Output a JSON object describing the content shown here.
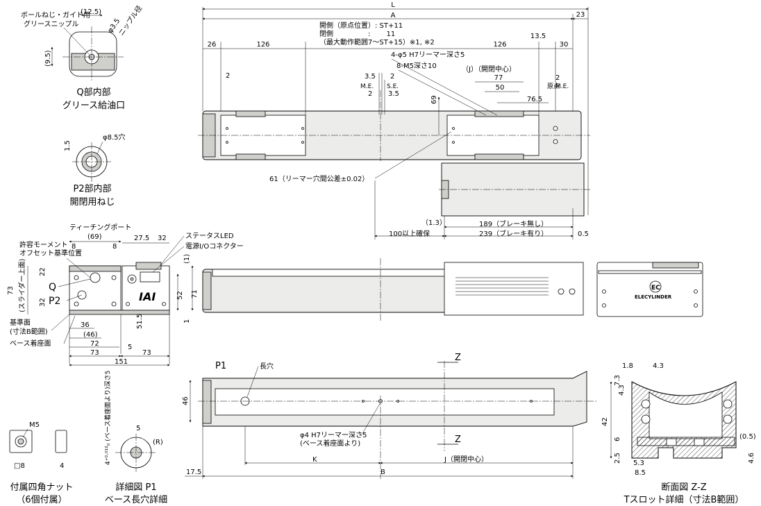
{
  "views": {
    "top": {
      "dim_L": "L",
      "dim_A": "A",
      "dim_23": "23",
      "dim_26": "26",
      "dim_126_left": "126",
      "dim_126_right": "126",
      "dim_13_5": "13.5",
      "dim_30": "30",
      "stroke_side": "開側（原点位置）: ST+11",
      "stroke_open": "閉側　　　　　:　　 11",
      "stroke_range": "（最大動作範囲7～ST+15）※1, ※2",
      "reamer_holes": "4-φ5 H7リーマー深さ5",
      "m5_holes": "8-M5深さ10",
      "j_center": "（J）（開閉中心）",
      "dim_77": "77",
      "dim_50": "50",
      "dim_76_5": "76.5",
      "dim_2_a": "2",
      "dim_2_b": "2",
      "dim_2_c": "2",
      "dim_2_d": "2",
      "dim_3_5_a": "3.5",
      "dim_3_5_b": "3.5",
      "me_left": "M.E.",
      "se": "S.E.",
      "me_right": "M.E.",
      "origin": "原点",
      "dim_69": "69",
      "reamer_tol": "61（リーマー穴間公差±0.02）",
      "dim_1_3": "（1.3）",
      "dim_100": "100以上確保",
      "brake_none": "189（ブレーキ無し）",
      "brake_with": "239（ブレーキ有り）",
      "dim_0_5": "0.5"
    },
    "q_detail": {
      "grease_label": "ボールねじ・ガイド用\nグリースニップル",
      "dim_12_5": "(12.5)",
      "dim_phi3_5": "φ3.5",
      "nipple_dia": "ニップル径",
      "dim_9_5": "(9.5)",
      "caption_1": "Q部内部",
      "caption_2": "グリース給油口"
    },
    "p2_detail": {
      "dim_phi8_5": "φ8.5穴",
      "dim_1_5": "1.5",
      "caption_1": "P2部内部",
      "caption_2": "開閉用ねじ"
    },
    "end_view": {
      "teaching_port": "ティーチングポート",
      "dim_69": "(69)",
      "dim_27_5": "27.5",
      "dim_32_top": "32",
      "status_led": "ステータスLED",
      "power_conn": "電源I/Oコネクター",
      "dim_1": "(1)",
      "moment_ref_1": "許容モーメント",
      "moment_ref_2": "オフセット基準位置",
      "dim_8_a": "8",
      "dim_8_b": "8",
      "label_q": "Q",
      "label_p2": "P2",
      "dim_73_v": "73",
      "slider_top": "(スライダー上面)",
      "dim_22": "22",
      "dim_32_v": "32",
      "dim_52": "52",
      "dim_71": "71",
      "dim_51_5": "51.5",
      "dim_1_b": "1",
      "ref_face_1": "基準面",
      "ref_face_2": "(寸法B範囲)",
      "base_mount": "ベース着座面",
      "dim_36": "36",
      "dim_46": "(46)",
      "dim_72": "72",
      "dim_5": "5",
      "dim_73_a": "73",
      "dim_73_b": "73",
      "dim_151": "151",
      "logo": "IAI"
    },
    "brand": {
      "logo_ec": "EC",
      "name": "ELECYLINDER"
    },
    "bottom": {
      "label_p1": "P1",
      "slot": "長穴",
      "label_z_top": "Z",
      "label_z_bottom": "Z",
      "dim_46": "46",
      "reamer": "φ4 H7リーマー深さ5",
      "reamer_ref": "(ベース着座面より)",
      "dim_k": "K",
      "dim_j": "J（開閉中心）",
      "dim_17_5": "17.5",
      "dim_b": "B"
    },
    "nut": {
      "m5": "M5",
      "dim_8": "□8",
      "dim_4": "4",
      "caption_1": "付属四角ナット",
      "caption_2": "（6個付属）"
    },
    "p1_detail": {
      "depth": "4⁺⁰·⁰¹²₀ (ベース着座面より)深さ5",
      "dim_5": "5",
      "dim_r": "(R)",
      "caption_1": "詳細図 P1",
      "caption_2": "ベース長穴詳細"
    },
    "section": {
      "dim_1_8": "1.8",
      "dim_4_3_top": "4.3",
      "dim_7_3": "7.3",
      "dim_4_3_side": "4.3",
      "dim_42": "42",
      "dim_6": "6",
      "dim_0_5": "(0.5)",
      "dim_2_5": "2.5",
      "dim_5_3": "5.3",
      "dim_8_5": "8.5",
      "dim_4_6": "4.6",
      "caption_1": "断面図 Z-Z",
      "caption_2": "Tスロット詳細（寸法B範囲）"
    }
  }
}
